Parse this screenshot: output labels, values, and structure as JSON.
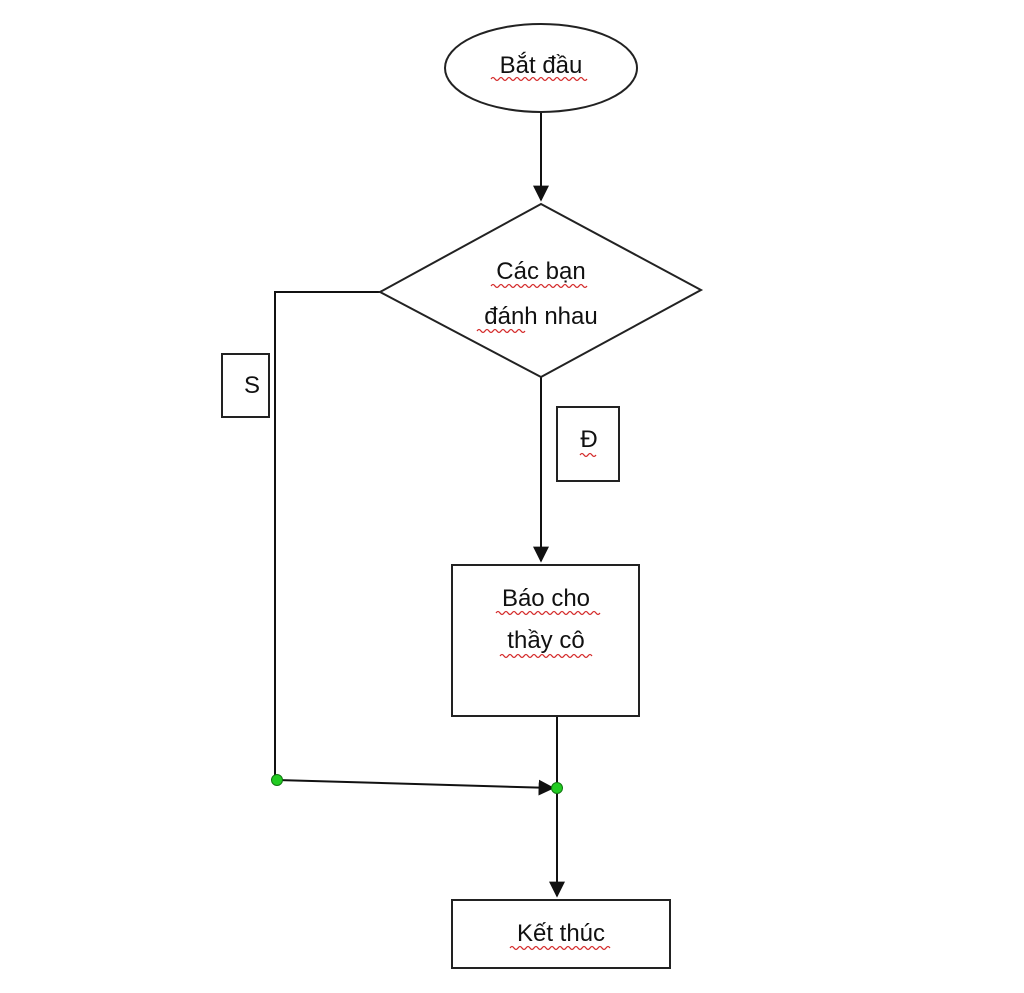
{
  "nodes": {
    "start": {
      "label": "Bắt đầu"
    },
    "decision": {
      "line1": "Các bạn",
      "line2": "đánh nhau"
    },
    "process": {
      "line1": "Báo cho",
      "line2": "thầy cô"
    },
    "end": {
      "label": "Kết thúc"
    }
  },
  "branches": {
    "no_label": "S",
    "yes_label": "Đ"
  },
  "colors": {
    "stroke": "#222222",
    "junction": "#22cc22",
    "spellcheck": "#d42a2a"
  }
}
